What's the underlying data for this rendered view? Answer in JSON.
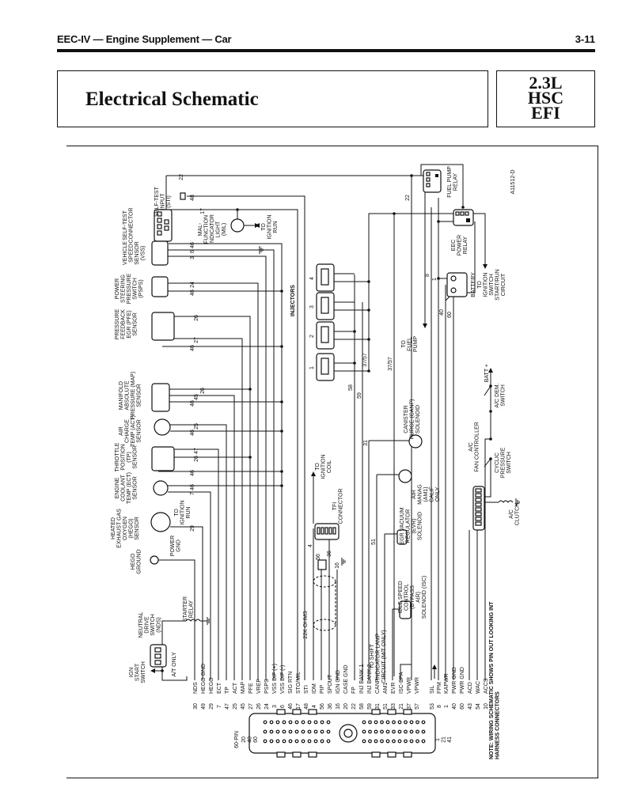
{
  "header": {
    "section": "EEC-IV — Engine Supplement — Car",
    "page_number": "3-11"
  },
  "title": "Electrical Schematic",
  "badge": {
    "line1": "2.3L",
    "line2": "HSC",
    "line3": "EFI"
  },
  "figure_id": "A11512-D",
  "note": "NOTE: WIRING SCHEMATIC SHOWS PIN OUT LOOKING INTO HARNESS CONNECTORS",
  "connector": {
    "label": "60-PIN",
    "pins_top": "20 40 60",
    "pins_bottom": "1 21 41"
  },
  "ecu_pins": [
    {
      "pin": "30",
      "name": "NDS"
    },
    {
      "pin": "49",
      "name": "HEGO GND"
    },
    {
      "pin": "29",
      "name": "HEGO"
    },
    {
      "pin": "7",
      "name": "ECT"
    },
    {
      "pin": "47",
      "name": "TP"
    },
    {
      "pin": "25",
      "name": "ACT"
    },
    {
      "pin": "45",
      "name": "MAP"
    },
    {
      "pin": "27",
      "name": "PFE"
    },
    {
      "pin": "26",
      "name": "VREF"
    },
    {
      "pin": "24",
      "name": "PSPS"
    },
    {
      "pin": "3",
      "name": "VSS DIF (+)"
    },
    {
      "pin": "6",
      "name": "VSS DIF (-)"
    },
    {
      "pin": "46",
      "name": "SIG RTN"
    },
    {
      "pin": "17",
      "name": "STO/MIL"
    },
    {
      "pin": "48",
      "name": "STI"
    },
    {
      "pin": "4",
      "name": "IDM"
    },
    {
      "pin": "56",
      "name": "PIP"
    },
    {
      "pin": "36",
      "name": "SPOUT"
    },
    {
      "pin": "16",
      "name": "IGN GND"
    },
    {
      "pin": "20",
      "name": "CASE GND"
    },
    {
      "pin": "22",
      "name": "FP"
    },
    {
      "pin": "58",
      "name": "INJ BANK 1"
    },
    {
      "pin": "59",
      "name": "INJ BANK 2"
    },
    {
      "pin": "31",
      "name": "CANP"
    },
    {
      "pin": "51",
      "name": "AM1"
    },
    {
      "pin": "33",
      "name": "EVR"
    },
    {
      "pin": "21",
      "name": "ISC-BPA"
    },
    {
      "pin": "37",
      "name": "VPWR"
    },
    {
      "pin": "57",
      "name": "VPWR"
    },
    {
      "pin": "53",
      "name": "SIL"
    },
    {
      "pin": "8",
      "name": "FPM"
    },
    {
      "pin": "1",
      "name": "KAPWR"
    },
    {
      "pin": "40",
      "name": "PWR GND"
    },
    {
      "pin": "60",
      "name": "PWR GND"
    },
    {
      "pin": "43",
      "name": "ACD"
    },
    {
      "pin": "54",
      "name": "WAC"
    },
    {
      "pin": "10",
      "name": "ACCS"
    }
  ],
  "components": {
    "self_test_input": [
      "SELF-TEST",
      "INPUT",
      "(STI)"
    ],
    "self_test_connector": [
      "SELF-TEST",
      "CONNECTOR"
    ],
    "mil": [
      "MAL-",
      "FUNCTION",
      "INDICATOR",
      "LIGHT",
      "(MIL)"
    ],
    "mil_to": [
      "TO",
      "IGNITION",
      "RUN"
    ],
    "vss": [
      "VEHICLE",
      "SPEED",
      "SENSOR",
      "(VSS)"
    ],
    "psps": [
      "POWER",
      "STEERING",
      "PRESSURE",
      "SWITCH",
      "(PSPS)"
    ],
    "pfe": [
      "PRESSURE",
      "FEEDBACK",
      "EGR (PFE)",
      "SENSOR"
    ],
    "map": [
      "MANIFOLD",
      "ABSOLUTE",
      "PRESSURE (MAP)",
      "SENSOR"
    ],
    "act": [
      "AIR",
      "CHARGE",
      "TEMP (ACT)",
      "SENSOR"
    ],
    "tp": [
      "THROTTLE",
      "POSITION",
      "(TP)",
      "SENSOR"
    ],
    "ect": [
      "ENGINE",
      "COOLANT",
      "TEMP (ECT)",
      "SENSOR"
    ],
    "hego": [
      "HEATED",
      "EXHAUST GAS",
      "OXYGEN",
      "(HEGO)",
      "SENSOR"
    ],
    "hego_to": [
      "TO",
      "IGNITION",
      "RUN"
    ],
    "hego_pwr": [
      "POWER",
      "GND"
    ],
    "hego_ground": [
      "HEGO",
      "GROUND"
    ],
    "nds": [
      "NEUTRAL",
      "DRIVE",
      "SWITCH",
      "(NDS)"
    ],
    "starter": [
      "STARTER",
      "RELAY"
    ],
    "at_only": "A/T ONLY",
    "ign_start": [
      "IGN",
      "START",
      "SWITCH"
    ],
    "injectors": "INJECTORS",
    "injector_numbers": [
      "1",
      "2",
      "3",
      "4"
    ],
    "fuel_pump_relay": [
      "FUEL PUMP",
      "RELAY"
    ],
    "eec_relay": [
      "EEC",
      "POWER",
      "RELAY"
    ],
    "battery": "BATTERY",
    "ign_switch": [
      "TO",
      "IGNITION",
      "SWITCH",
      "START/RUN",
      "CIRCUIT"
    ],
    "fuel_pump": [
      "TO",
      "FUEL",
      "PUMP"
    ],
    "ign_coil": [
      "TO",
      "IGNITION",
      "COIL"
    ],
    "tfi": [
      "TFI",
      "CONNECTOR"
    ],
    "ohms": "22K OHMS",
    "canp": [
      "CANISTER",
      "PURGE (CANP)",
      "SOLENOID"
    ],
    "am1": [
      "AIR",
      "MANAG",
      "(AM1)",
      "CALIF",
      "ONLY"
    ],
    "evr": [
      "EGR VACUUM",
      "REGULATOR",
      "(EVR)",
      "SOLENOID"
    ],
    "isc": [
      "IDLE SPEED",
      "CONTROL",
      "(BYPASS",
      "AIR)",
      "SOLENOID (ISC)"
    ],
    "shift_lamp": [
      "TO SHIFT",
      "INDICATOR LAMP",
      "CIRCUIT (M/T ONLY)"
    ],
    "batt_plus": "BATT +",
    "ac_dem": [
      "A/C DEM.",
      "SWITCH"
    ],
    "cyclic": [
      "CYCLIC",
      "PRESSURE",
      "SWITCH"
    ],
    "fan_ctrl": [
      "A/C",
      "FAN CONTROLLER"
    ],
    "ac_clutch": [
      "A/C",
      "CLUTCH"
    ]
  },
  "wire_labels": {
    "w22": "22",
    "w48": "48",
    "w17": "17",
    "w46a": "46",
    "w6": "6",
    "w3": "3",
    "w24": "24",
    "w46b": "46",
    "w26a": "26",
    "w27": "27",
    "w46c": "46",
    "w26b": "26",
    "w45": "45",
    "w46d": "46",
    "w25": "25",
    "w46e": "46",
    "w47": "47",
    "w26c": "26",
    "w46f": "46",
    "w46g": "46",
    "w7": "7",
    "w29": "29",
    "w22r": "22",
    "w3757a": "37/57",
    "w3757b": "37/57",
    "w58": "58",
    "w59": "59",
    "w8": "8",
    "w1": "1",
    "w40": "40",
    "w60": "60",
    "w31": "31",
    "w51": "51",
    "w4": "4",
    "w56": "56",
    "w36": "36",
    "w16": "16"
  }
}
